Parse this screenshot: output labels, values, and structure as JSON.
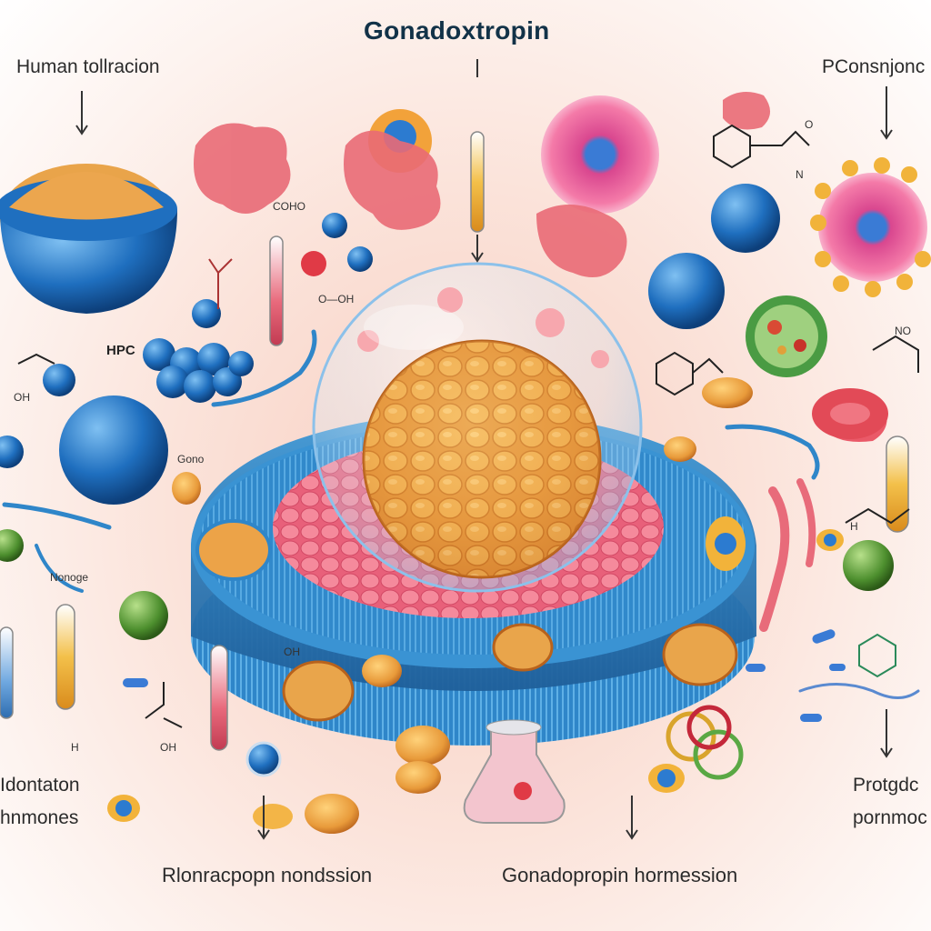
{
  "title": "Gonadoxtropin",
  "labels": {
    "top_left": "Human tollracion",
    "top_right": "PConsnjonc",
    "bottom_left_line1": "Idontaton",
    "bottom_left_line2": "hnmones",
    "bottom_right_line1": "Protgdc",
    "bottom_right_line2": "pornmoc",
    "bottom_center_left": "Rlonracpopn nondssion",
    "bottom_center_right": "Gonadopropin hormession",
    "hpc": "HPC",
    "oh_left": "OH",
    "oh_center": "OH",
    "cohc": "COHO",
    "gono": "Gono",
    "h_left": "H",
    "nonoge": "Nonoge",
    "c_o_h": "O—OH",
    "oh_bottom": "OH",
    "no_right": "NO",
    "o_right": "O",
    "n_right": "N",
    "h_right": "H"
  },
  "colors": {
    "title": "#123248",
    "membrane": "#2f86c9",
    "cell_core": "#e89a3a",
    "pink_cells": "#ec6b80",
    "blue_sphere": "#1f6fbf",
    "green_sphere": "#5b9a3a"
  }
}
